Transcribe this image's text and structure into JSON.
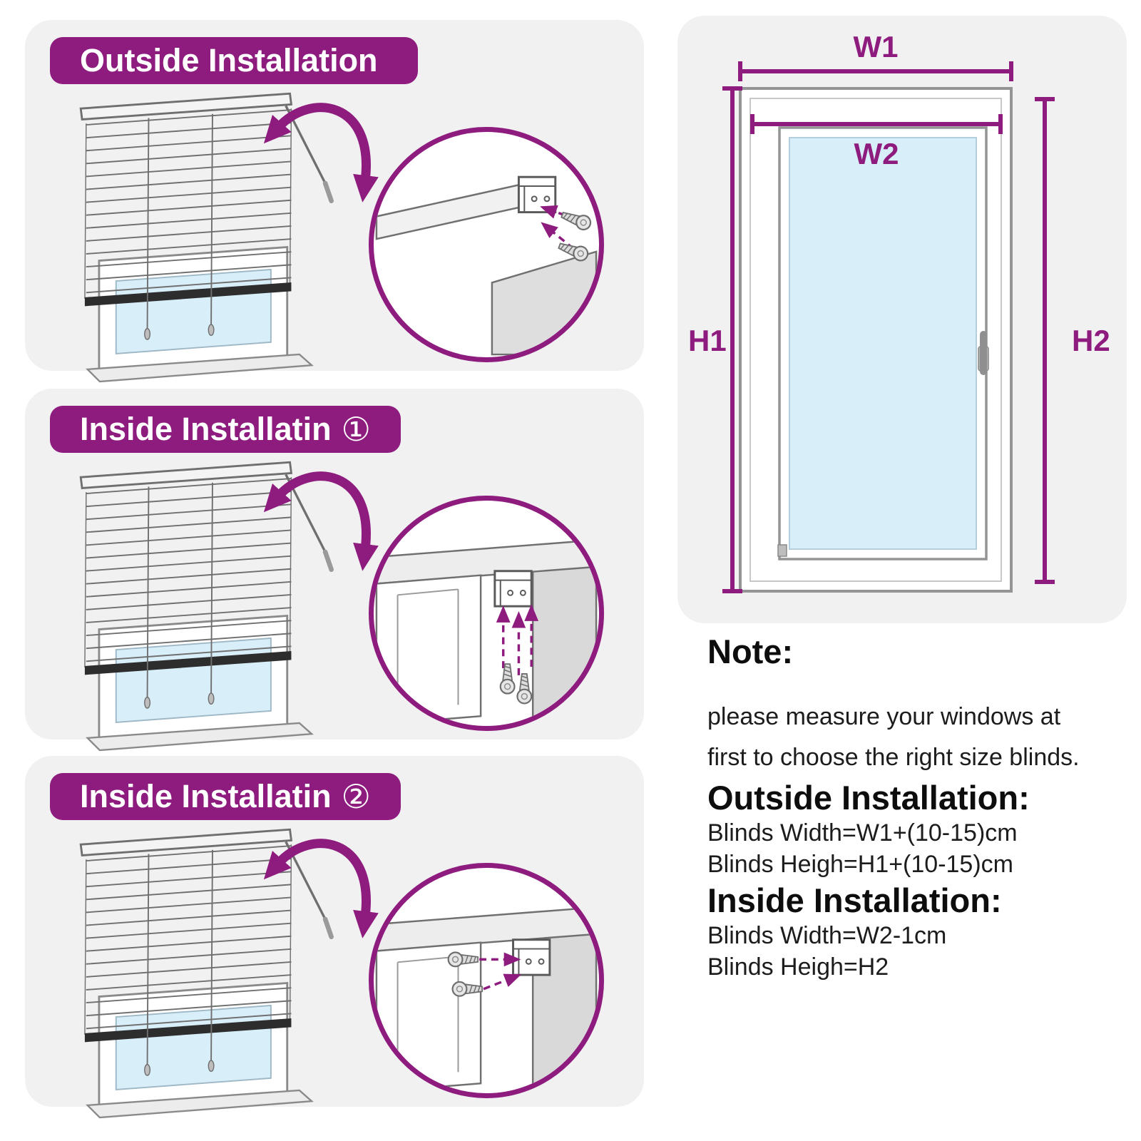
{
  "colors": {
    "accent": "#8E1B7E",
    "panel_bg": "#F1F1F2",
    "glass_blue": "#D8EEF9"
  },
  "panels": [
    {
      "title": "Outside Installation",
      "badge": ""
    },
    {
      "title": "Inside Installatin",
      "badge": "①"
    },
    {
      "title": "Inside Installatin",
      "badge": "②"
    }
  ],
  "measurement_diagram": {
    "w1_label": "W1",
    "w2_label": "W2",
    "h1_label": "H1",
    "h2_label": "H2"
  },
  "note_section": {
    "heading": "Note:",
    "line1": "please measure your windows at",
    "line2": "first to choose the right size blinds."
  },
  "outside_section": {
    "heading": "Outside Installation:",
    "width_formula": "Blinds Width=W1+(10-15)cm",
    "height_formula": "Blinds Heigh=H1+(10-15)cm"
  },
  "inside_section": {
    "heading": "Inside Installation:",
    "width_formula": "Blinds Width=W2-1cm",
    "height_formula": "Blinds Heigh=H2"
  }
}
